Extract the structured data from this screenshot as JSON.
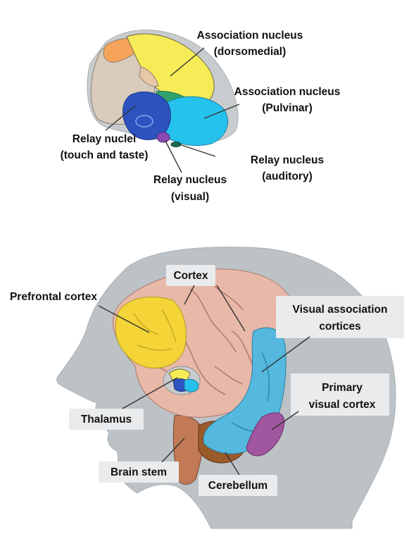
{
  "colors": {
    "orange_lobe": "#f6a35a",
    "beige_lobe": "#d9ccbd",
    "yellow_association": "#f5ec57",
    "green_small": "#2fa36b",
    "blue_relay": "#2d53c0",
    "cyan_pulvinar": "#26c2ee",
    "purple_visual": "#8b4bb1",
    "head_silhouette": "#bcc2c6",
    "brain_tissue": "#e8b8a8",
    "prefrontal_yellow": "#f4d437",
    "visual_association_blue": "#55b8de",
    "primary_visual_purple": "#a0559f",
    "cerebellum_brown": "#9a5a2a",
    "label_box": "#e9ebed"
  },
  "thalamus_diagram": {
    "labels": {
      "association_dorsomedial": [
        "Association nucleus",
        "(dorsomedial)"
      ],
      "association_pulvinar": [
        "Association nucleus",
        "(Pulvinar)"
      ],
      "relay_touch_taste": [
        "Relay nuclei",
        "(touch and taste)"
      ],
      "relay_visual": [
        "Relay nucleus",
        "(visual)"
      ],
      "relay_auditory": [
        "Relay nucleus",
        "(auditory)"
      ]
    }
  },
  "brain_diagram": {
    "labels": {
      "cortex": "Cortex",
      "prefrontal_cortex": "Prefrontal cortex",
      "visual_association": [
        "Visual association",
        "cortices"
      ],
      "primary_visual": [
        "Primary",
        "visual cortex"
      ],
      "thalamus": "Thalamus",
      "brain_stem": "Brain stem",
      "cerebellum": "Cerebellum"
    }
  }
}
